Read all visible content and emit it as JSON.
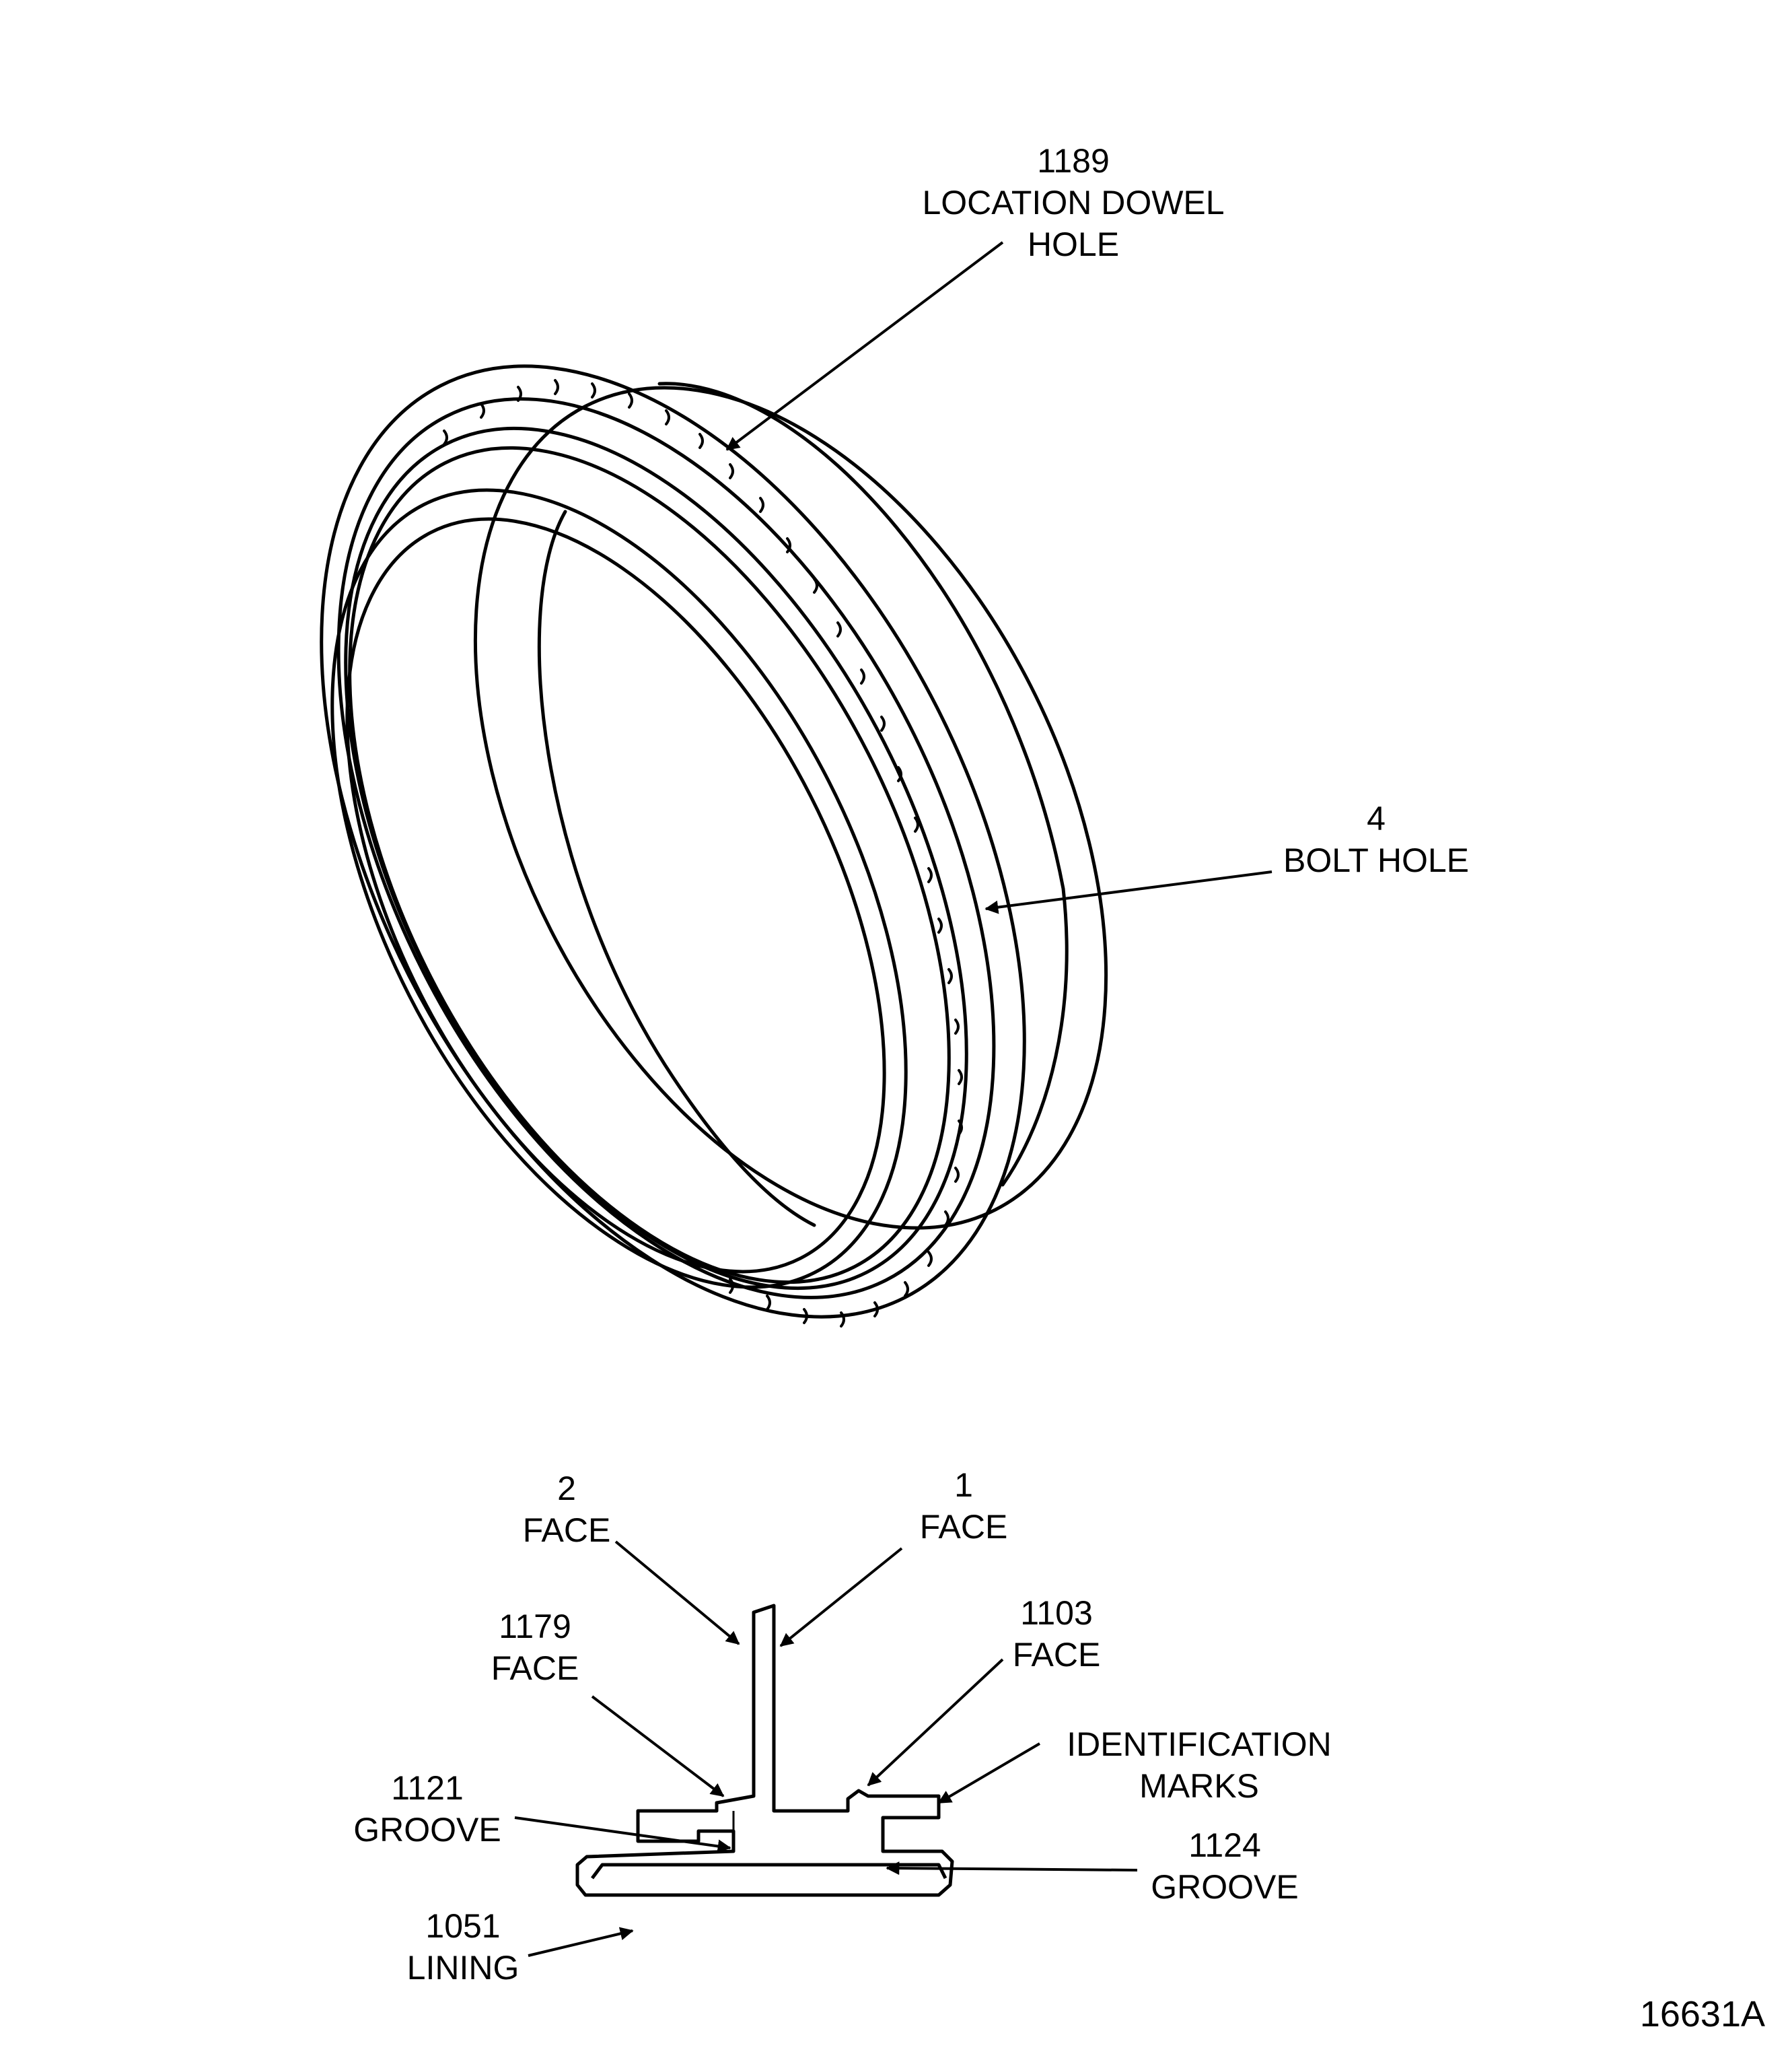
{
  "figure_id": "16631A",
  "ring_callouts": {
    "dowel": {
      "number": "1189",
      "line1": "LOCATION DOWEL",
      "line2": "HOLE"
    },
    "bolt": {
      "number": "4",
      "line1": "BOLT HOLE"
    }
  },
  "section_callouts": {
    "face2": {
      "number": "2",
      "line1": "FACE"
    },
    "face1": {
      "number": "1",
      "line1": "FACE"
    },
    "face1179": {
      "number": "1179",
      "line1": "FACE"
    },
    "face1103": {
      "number": "1103",
      "line1": "FACE"
    },
    "ident": {
      "line1": "IDENTIFICATION",
      "line2": "MARKS"
    },
    "groove1121": {
      "number": "1121",
      "line1": "GROOVE"
    },
    "groove1124": {
      "number": "1124",
      "line1": "GROOVE"
    },
    "lining": {
      "number": "1051",
      "line1": "LINING"
    }
  },
  "colors": {
    "ink": "#000000",
    "paper": "#ffffff"
  }
}
